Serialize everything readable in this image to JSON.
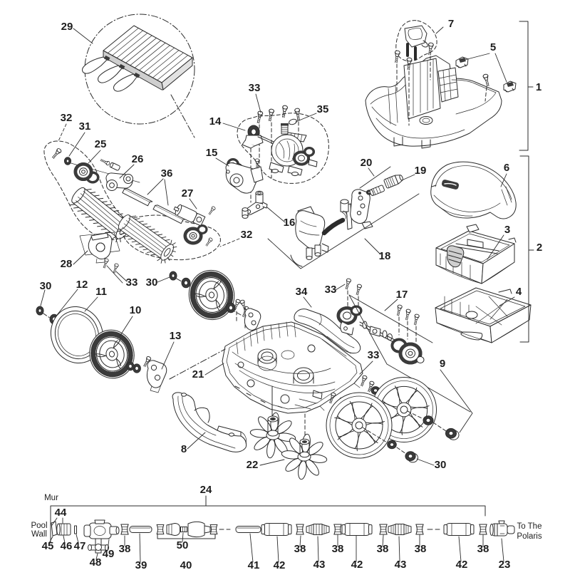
{
  "diagram": {
    "kind": "exploded parts diagram",
    "subject": "robotic pool cleaner",
    "background_color": "#ffffff",
    "line_color": "#2b2b2b",
    "text_color": "#1d1d1d"
  },
  "callouts": {
    "c29": "29",
    "c7": "7",
    "c5": "5",
    "c1": "1",
    "c33a": "33",
    "c35": "35",
    "c14": "14",
    "c32a": "32",
    "c31": "31",
    "c25": "25",
    "c26": "26",
    "c15": "15",
    "c36": "36",
    "c27": "27",
    "c20": "20",
    "c19": "19",
    "c6": "6",
    "c16": "16",
    "c32b": "32",
    "c3": "3",
    "c2": "2",
    "c18": "18",
    "c28": "28",
    "c33b": "33",
    "c30a": "30",
    "c12": "12",
    "c11": "11",
    "c30b": "30",
    "c10": "10",
    "c34": "34",
    "c33c": "33",
    "c17": "17",
    "c4": "4",
    "c13": "13",
    "c21": "21",
    "c33d": "33",
    "c9": "9",
    "c8": "8",
    "c22": "22",
    "c30c": "30",
    "c24": "24",
    "c44": "44",
    "c45": "45",
    "c46": "46",
    "c47": "47",
    "c49": "49",
    "c48": "48",
    "c38a": "38",
    "c39": "39",
    "c50": "50",
    "c40": "40",
    "c41": "41",
    "c42a": "42",
    "c38b": "38",
    "c43a": "43",
    "c38c": "38",
    "c42b": "42",
    "c38d": "38",
    "c43b": "43",
    "c38e": "38",
    "c42c": "42",
    "c38f": "38",
    "c23": "23"
  },
  "labels": {
    "mur": "Mur",
    "pool": "Pool",
    "wall": "Wall",
    "to_the": "To The",
    "polaris": "Polaris"
  }
}
